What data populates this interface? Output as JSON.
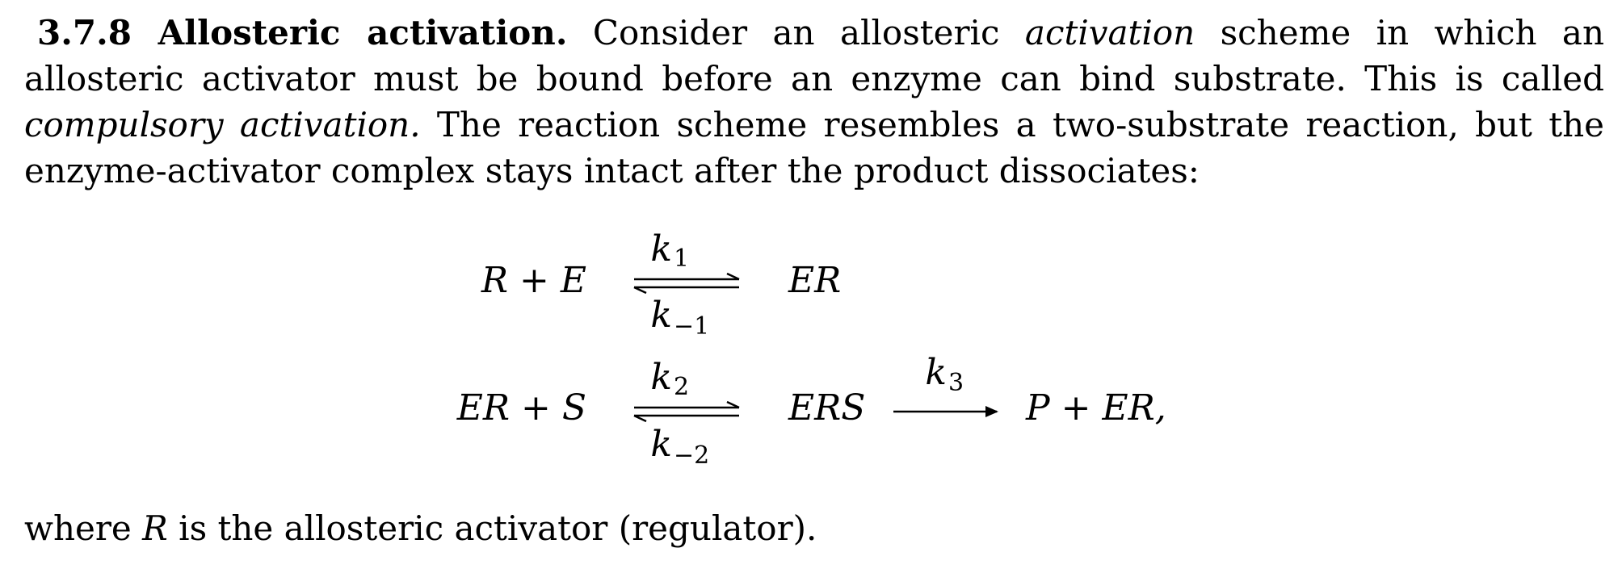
{
  "paragraph": {
    "heading": "3.7.8 Allosteric activation.",
    "part1": "Consider an allosteric",
    "emph1": "activation",
    "part2": "scheme in which an allosteric activator must be bound before an enzyme can bind substrate. This is called",
    "emph2": "compulsory activation.",
    "part3": "The reaction scheme resembles a two-substrate reaction, but the enzyme-activator complex stays intact after the product dissociates:"
  },
  "scheme": {
    "row1": {
      "left": "R + E",
      "forward_rate": "k",
      "forward_sub": "1",
      "reverse_rate": "k",
      "reverse_sub": "−1",
      "right": "ER"
    },
    "row2": {
      "left": "ER + S",
      "forward_rate": "k",
      "forward_sub": "2",
      "reverse_rate": "k",
      "reverse_sub": "−2",
      "middle": "ERS",
      "k3_rate": "k",
      "k3_sub": "3",
      "right": "P + ER,"
    }
  },
  "footer": {
    "before": "where",
    "var": "R",
    "after": "is the allosteric activator (regulator)."
  }
}
